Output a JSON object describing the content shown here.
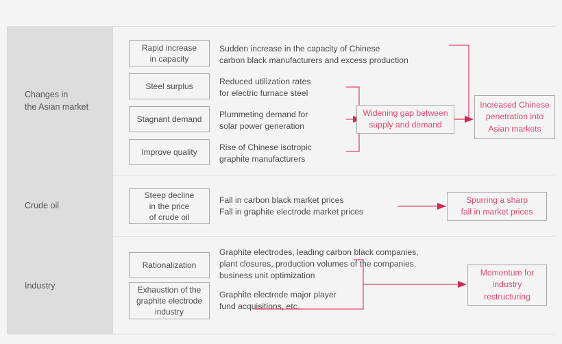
{
  "theme": {
    "page_background": "#f4f4f4",
    "category_background": "#dcdcdc",
    "divider": "#dedede",
    "box_border": "#a8a8a8",
    "text": "#4a4a4a",
    "accent_red": "#e4486a"
  },
  "rows": [
    {
      "category": "Changes in\nthe Asian market",
      "factors": [
        {
          "label": "Rapid increase\nin capacity"
        },
        {
          "label": "Steel surplus"
        },
        {
          "label": "Stagnant demand"
        },
        {
          "label": "Improve quality"
        }
      ],
      "descriptions": [
        "Sudden increase in the capacity of Chinese\ncarbon black manufacturers and excess production",
        "Reduced utilization rates\nfor electric furnace steel",
        "Plummeting demand for\nsolar power generation",
        "Rise of Chinese isotropic\ngraphite manufacturers"
      ],
      "outcomes": [
        "Widening gap between\nsupply and demand",
        "Increased Chinese\npenetration into\nAsian markets"
      ]
    },
    {
      "category": "Crude oil",
      "factors": [
        {
          "label": "Steep decline\nin the price\nof crude oil"
        }
      ],
      "descriptions": [
        "Fall in carbon black market prices\nFall in graphite electrode market prices"
      ],
      "outcomes": [
        "Spurring a sharp\nfall in market prices"
      ]
    },
    {
      "category": "Industry",
      "factors": [
        {
          "label": "Rationalization"
        },
        {
          "label": "Exhaustion of the\ngraphite electrode\nindustry"
        }
      ],
      "descriptions": [
        "Graphite electrodes, leading carbon black companies,\nplant closures, production volumes of the companies,\nbusiness unit optimization",
        "Graphite electrode major player\nfund acquisitions, etc."
      ],
      "outcomes": [
        "Momentum for\nindustry\nrestructuring"
      ]
    }
  ]
}
